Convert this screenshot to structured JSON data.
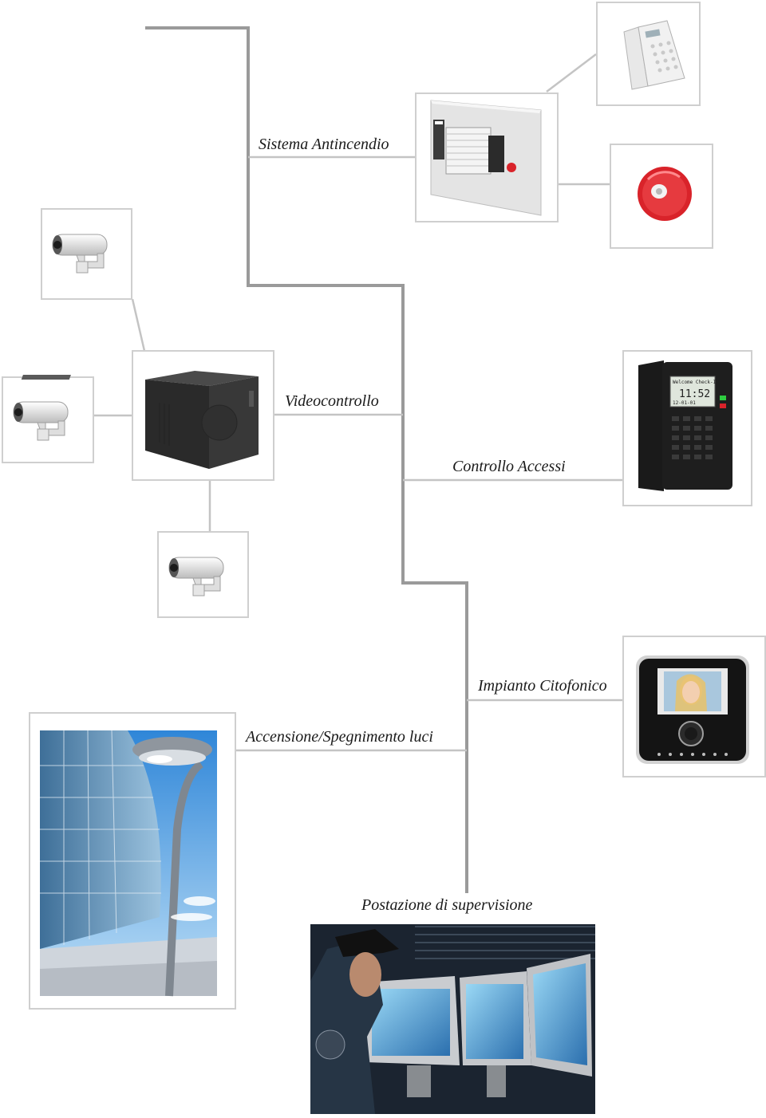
{
  "labels": {
    "fire_system": "Sistema Antincendio",
    "video": "Videocontrollo",
    "access": "Controllo Accessi",
    "intercom": "Impianto Citofonico",
    "lights": "Accensione/Spegnimento luci",
    "supervision": "Postazione di supervisione"
  },
  "access_terminal": {
    "screen_line1": "Welcome Check-In",
    "time": "11:52",
    "date": "12-01-01"
  },
  "colors": {
    "line": "#9a9a9a",
    "frame": "#cfcfcf",
    "alarm_red": "#d9232a",
    "device_dark": "#1e1e1e"
  },
  "icons": [
    "keypad-phone",
    "fire-control-panel",
    "alarm-bell",
    "security-camera",
    "nvr-server",
    "access-terminal",
    "video-intercom",
    "street-lamp-building",
    "security-operator-monitors"
  ]
}
